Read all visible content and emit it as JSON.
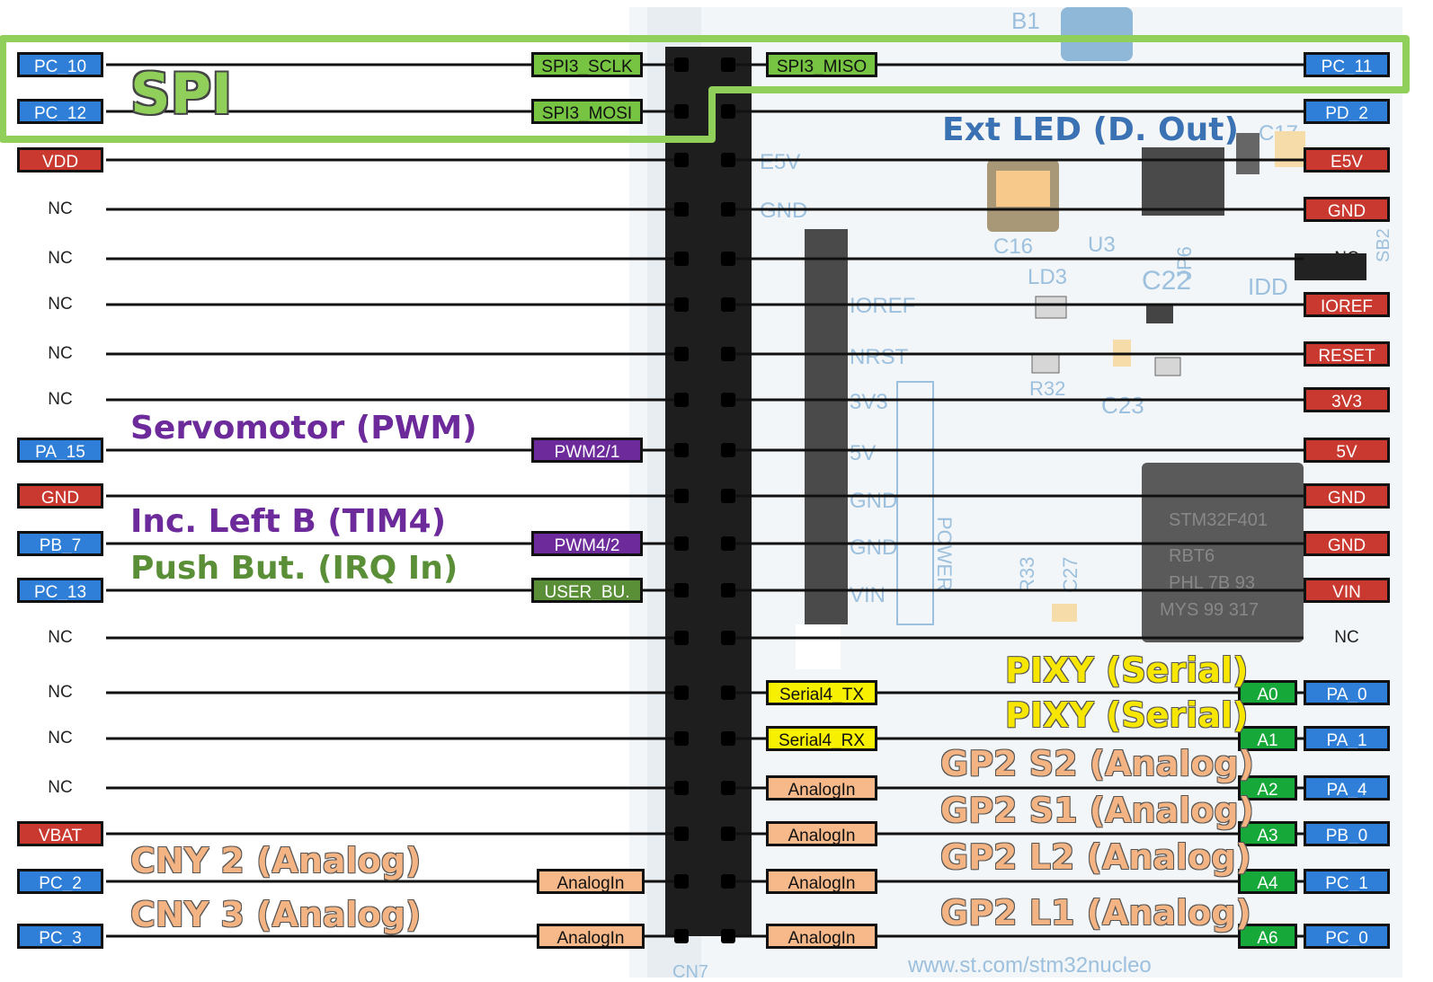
{
  "left_pins": [
    {
      "pin": {
        "text": "PC_10",
        "color": "blue"
      },
      "func": {
        "text": "SPI3_SCLK",
        "color": "green"
      }
    },
    {
      "pin": {
        "text": "PC_12",
        "color": "blue"
      },
      "func": {
        "text": "SPI3_MOSI",
        "color": "green"
      }
    },
    {
      "pin": {
        "text": "VDD",
        "color": "red"
      },
      "func": null
    },
    {
      "pin": {
        "text": "NC",
        "color": "none"
      },
      "func": null
    },
    {
      "pin": {
        "text": "NC",
        "color": "none"
      },
      "func": null
    },
    {
      "pin": {
        "text": "NC",
        "color": "none"
      },
      "func": null
    },
    {
      "pin": {
        "text": "NC",
        "color": "none"
      },
      "func": null
    },
    {
      "pin": {
        "text": "NC",
        "color": "none"
      },
      "func": null
    },
    {
      "pin": {
        "text": "PA_15",
        "color": "blue"
      },
      "func": {
        "text": "PWM2/1",
        "color": "purple"
      }
    },
    {
      "pin": {
        "text": "GND",
        "color": "red"
      },
      "func": null
    },
    {
      "pin": {
        "text": "PB_7",
        "color": "blue"
      },
      "func": {
        "text": "PWM4/2",
        "color": "purple"
      }
    },
    {
      "pin": {
        "text": "PC_13",
        "color": "blue"
      },
      "func": {
        "text": "USER_BU.",
        "color": "dkgreen"
      }
    },
    {
      "pin": {
        "text": "NC",
        "color": "none"
      },
      "func": null
    },
    {
      "pin": {
        "text": "NC",
        "color": "none"
      },
      "func": null
    },
    {
      "pin": {
        "text": "NC",
        "color": "none"
      },
      "func": null
    },
    {
      "pin": {
        "text": "NC",
        "color": "none"
      },
      "func": null
    },
    {
      "pin": {
        "text": "VBAT",
        "color": "red"
      },
      "func": null
    },
    {
      "pin": {
        "text": "PC_2",
        "color": "blue"
      },
      "func": {
        "text": "AnalogIn",
        "color": "orange"
      }
    },
    {
      "pin": {
        "text": "PC_3",
        "color": "blue"
      },
      "func": {
        "text": "AnalogIn",
        "color": "orange"
      }
    }
  ],
  "right_pins": [
    {
      "pin": {
        "text": "PC_11",
        "color": "blue"
      },
      "func": {
        "text": "SPI3_MISO",
        "color": "green"
      },
      "arduino": null
    },
    {
      "pin": {
        "text": "PD_2",
        "color": "blue"
      },
      "func": null,
      "arduino": null
    },
    {
      "pin": {
        "text": "E5V",
        "color": "red"
      },
      "func": null,
      "arduino": null
    },
    {
      "pin": {
        "text": "GND",
        "color": "red"
      },
      "func": null,
      "arduino": null
    },
    {
      "pin": {
        "text": "NC",
        "color": "none"
      },
      "func": null,
      "arduino": null
    },
    {
      "pin": {
        "text": "IOREF",
        "color": "red"
      },
      "func": null,
      "arduino": null
    },
    {
      "pin": {
        "text": "RESET",
        "color": "red"
      },
      "func": null,
      "arduino": null
    },
    {
      "pin": {
        "text": "3V3",
        "color": "red"
      },
      "func": null,
      "arduino": null
    },
    {
      "pin": {
        "text": "5V",
        "color": "red"
      },
      "func": null,
      "arduino": null
    },
    {
      "pin": {
        "text": "GND",
        "color": "red"
      },
      "func": null,
      "arduino": null
    },
    {
      "pin": {
        "text": "GND",
        "color": "red"
      },
      "func": null,
      "arduino": null
    },
    {
      "pin": {
        "text": "VIN",
        "color": "red"
      },
      "func": null,
      "arduino": null
    },
    {
      "pin": {
        "text": "NC",
        "color": "none"
      },
      "func": null,
      "arduino": null
    },
    {
      "pin": {
        "text": "PA_0",
        "color": "blue"
      },
      "func": {
        "text": "Serial4_TX",
        "color": "yellow"
      },
      "arduino": "A0"
    },
    {
      "pin": {
        "text": "PA_1",
        "color": "blue"
      },
      "func": {
        "text": "Serial4_RX",
        "color": "yellow"
      },
      "arduino": "A1"
    },
    {
      "pin": {
        "text": "PA_4",
        "color": "blue"
      },
      "func": {
        "text": "AnalogIn",
        "color": "orange"
      },
      "arduino": "A2"
    },
    {
      "pin": {
        "text": "PB_0",
        "color": "blue"
      },
      "func": {
        "text": "AnalogIn",
        "color": "orange"
      },
      "arduino": "A3"
    },
    {
      "pin": {
        "text": "PC_1",
        "color": "blue"
      },
      "func": {
        "text": "AnalogIn",
        "color": "orange"
      },
      "arduino": "A4"
    },
    {
      "pin": {
        "text": "PC_0",
        "color": "blue"
      },
      "func": {
        "text": "AnalogIn",
        "color": "orange"
      },
      "arduino": "A6"
    }
  ],
  "captions": {
    "spi": "SPI",
    "ext_led": "Ext LED (D. Out)",
    "servo": "Servomotor (PWM)",
    "inc_left": "Inc. Left B (TIM4)",
    "push_but": "Push But. (IRQ In)",
    "pixy_tx": "PIXY (Serial)",
    "pixy_rx": "PIXY (Serial)",
    "gp2_s2": "GP2 S2 (Analog)",
    "gp2_s1": "GP2 S1 (Analog)",
    "gp2_l2": "GP2 L2 (Analog)",
    "gp2_l1": "GP2 L1 (Analog)",
    "cny2": "CNY 2 (Analog)",
    "cny3": "CNY 3 (Analog)"
  },
  "board_silk": {
    "b1": "B1",
    "e5v": "E5V",
    "gnd": "GND",
    "c16": "C16",
    "u3": "U3",
    "jp6": "JP6",
    "ld3": "LD3",
    "c22": "C22",
    "idd": "IDD",
    "ioref": "IOREF",
    "nrst": "NRST",
    "3v3": "3V3",
    "r32": "R32",
    "c23": "C23",
    "5v": "5V",
    "gnd2": "GND",
    "gnd3": "GND",
    "vin": "VIN",
    "power": "POWER",
    "r33": "R33",
    "c27": "C27",
    "chip1": "STM32F401",
    "chip2": "RBT6",
    "chip3": "PHL 7B 93",
    "chip4": "MYS 99 317",
    "sb2": "SB2",
    "c17": "C17",
    "url": "www.st.com/stm32nucleo",
    "cn7": "CN7"
  },
  "colors": {
    "blue": "#2f7fd9",
    "red": "#c9392f",
    "green": "#76c442",
    "dkgreen": "#5a8f38",
    "purple": "#6d2a9a",
    "yellow": "#f7f000",
    "orange": "#f7b98a",
    "brightgreen": "#17a83a",
    "spi_box": "#8fcf5a",
    "header": "#1e1e1e"
  }
}
